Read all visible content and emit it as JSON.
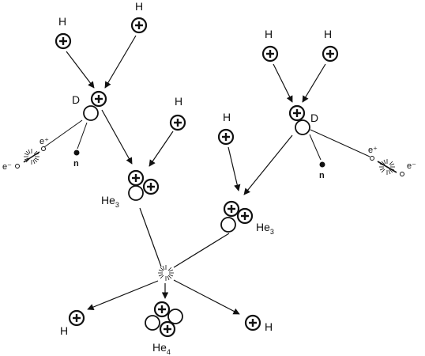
{
  "title": "",
  "labels": {
    "hydrogen": "H",
    "deuterium": "D",
    "neutron": "n",
    "positron": "e⁺",
    "electron": "e⁻",
    "helium3_base": "He",
    "helium3_sub": "3",
    "helium4_base": "He",
    "helium4_sub": "4"
  },
  "colors": {
    "ink": "#111111",
    "background": "#ffffff"
  },
  "icons": {
    "proton": "circled-plus",
    "neutron_particle": "open-circle",
    "neutrino": "filled-dot",
    "annihilation": "starburst"
  }
}
